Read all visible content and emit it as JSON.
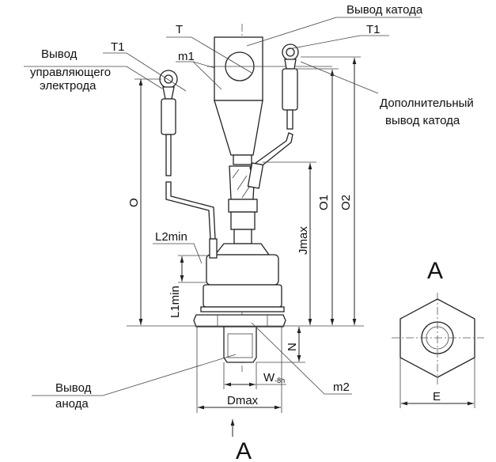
{
  "labels": {
    "cathode_terminal": "Вывод катода",
    "T": "T",
    "m1": "m1",
    "T1_left": "T1",
    "T1_right": "T1",
    "gate_line1": "Вывод",
    "gate_line2": "управляющего",
    "gate_line3": "электрода",
    "aux_cathode_line1": "Дополнительный",
    "aux_cathode_line2": "вывод катода",
    "O": "O",
    "O1": "O1",
    "O2": "O2",
    "Jmax": "Jmax",
    "L2min": "L2min",
    "L1min": "L1min",
    "N": "N",
    "W": "W",
    "W_tol": "-8h",
    "Dmax": "Dmax",
    "m2": "m2",
    "anode_line1": "Вывод",
    "anode_line2": "анода",
    "view_A_side": "A",
    "view_A_arrow": "A",
    "E": "E"
  }
}
